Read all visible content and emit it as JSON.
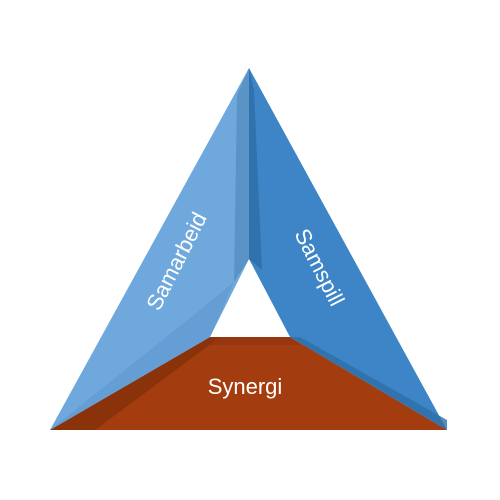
{
  "diagram": {
    "segments": [
      {
        "id": "left",
        "label": "Samarbeid",
        "color": "#6fa8dc"
      },
      {
        "id": "right",
        "label": "Samspill",
        "color": "#3d85c6"
      },
      {
        "id": "bottom",
        "label": "Synergi",
        "color": "#a33c0e"
      }
    ]
  }
}
